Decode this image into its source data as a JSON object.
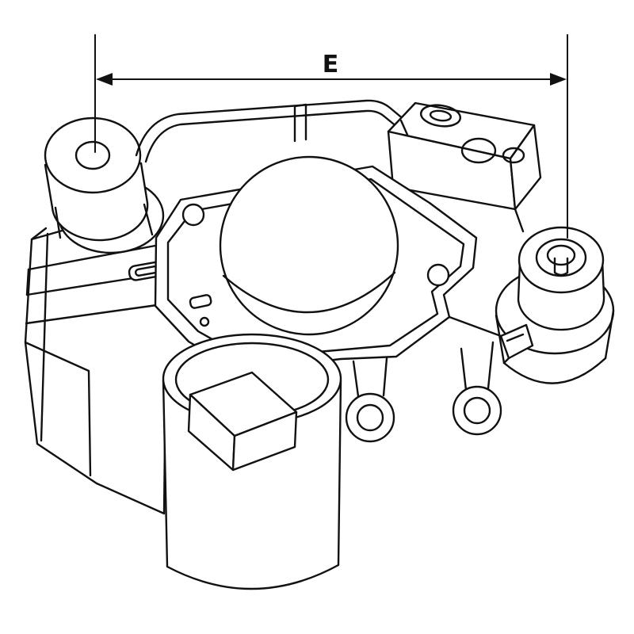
{
  "figure": {
    "type": "technical-line-drawing",
    "subject": "voltage regulator part, isometric line art with dimension callout",
    "background_color": "#ffffff",
    "line_color": "#111111",
    "dimension": {
      "label": "E"
    }
  }
}
